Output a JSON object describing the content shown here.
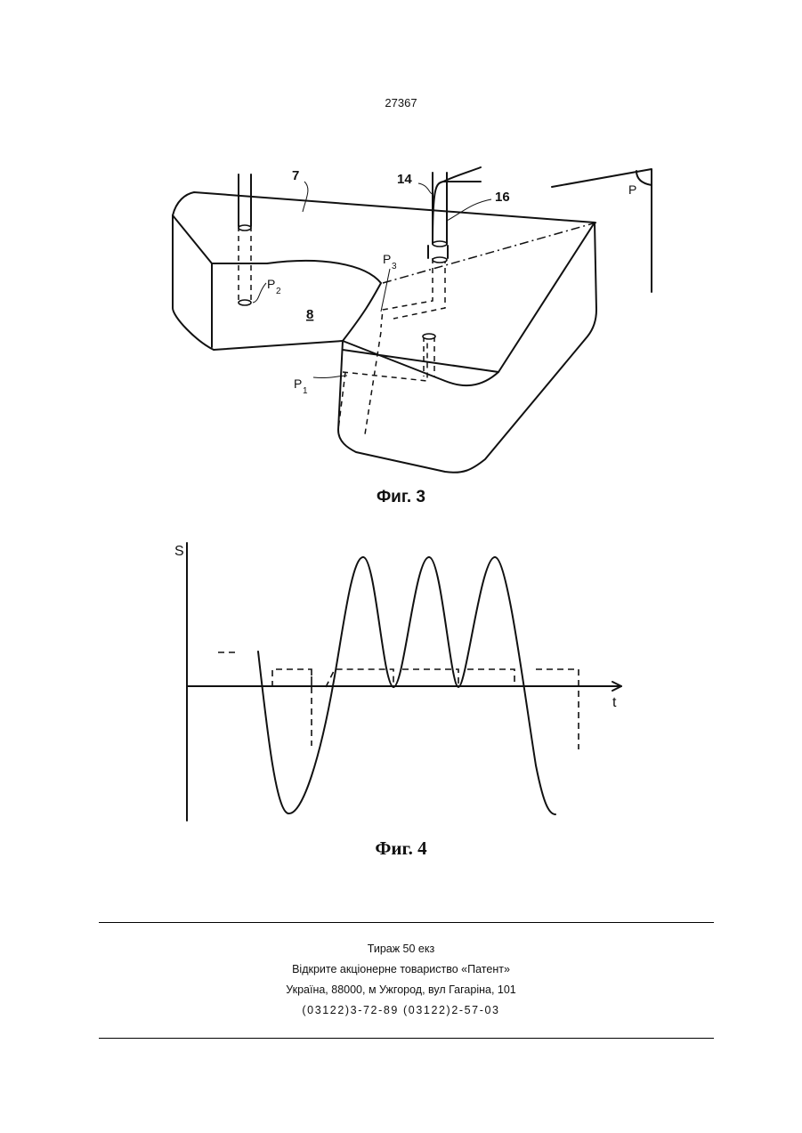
{
  "page": {
    "number": "27367"
  },
  "figure3": {
    "caption": "Фиг. 3",
    "labels": {
      "num7": "7",
      "num14": "14",
      "num16": "16",
      "num8": "8",
      "P": "P"
    }
  },
  "figure4": {
    "caption": "Фиг. 4",
    "labels": {
      "y_axis": "S",
      "x_axis": "t"
    }
  },
  "footer": {
    "circulation": "Тираж 50 екз",
    "publisher": "Відкрите акціонерне товариство «Патент»",
    "address": "Україна, 88000, м Ужгород, вул Гагаріна, 101",
    "phones": "(03122)3-72-89   (03122)2-57-03"
  }
}
